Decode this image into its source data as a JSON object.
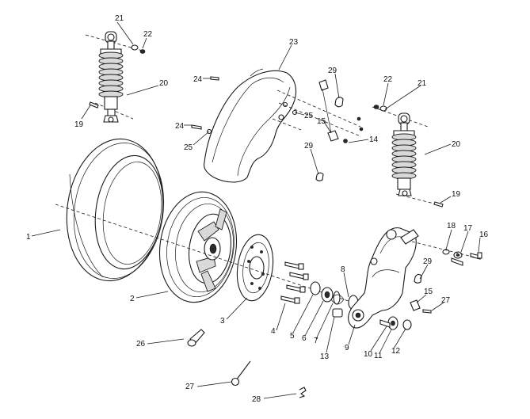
{
  "callouts": {
    "c1": "1",
    "c2": "2",
    "c3": "3",
    "c4": "4",
    "c5": "5",
    "c6": "6",
    "c7": "7",
    "c8": "8",
    "c9": "9",
    "c10": "10",
    "c11": "11",
    "c12": "12",
    "c13": "13",
    "c14": "14",
    "c15a": "15",
    "c15b": "15",
    "c16": "16",
    "c17": "17",
    "c18": "18",
    "c19a": "19",
    "c19b": "19",
    "c20a": "20",
    "c20b": "20",
    "c21a": "21",
    "c21b": "21",
    "c22a": "22",
    "c22b": "22",
    "c23": "23",
    "c24a": "24",
    "c24b": "24",
    "c25a": "25",
    "c25b": "25",
    "c26": "26",
    "c27a": "27",
    "c27b": "27",
    "c28": "28",
    "c29a": "29",
    "c29b": "29",
    "c29c": "29"
  }
}
